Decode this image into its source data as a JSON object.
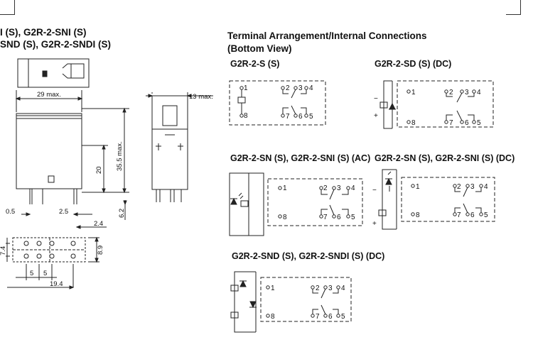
{
  "left_header": {
    "line1": "I (S), G2R-2-SNI (S)",
    "line2": "SND (S), G2R-2-SNDI (S)"
  },
  "right_header": {
    "line1": "Terminal Arrangement/Internal Connections",
    "line2": "(Bottom View)"
  },
  "dimensions": {
    "width_max": "29 max.",
    "depth_max": "13 max.",
    "height_max": "35.5 max.",
    "body_height": "20",
    "d_0_5": "0.5",
    "d_2_5": "2.5",
    "d_2_4": "2.4",
    "d_6_2": "6.2",
    "d_7_4": "7.4",
    "d_8_9": "8.9",
    "d_5a": "5",
    "d_5b": "5",
    "d_19_4": "19.4"
  },
  "diagrams": {
    "s": {
      "title": "G2R-2-S (S)"
    },
    "sd": {
      "title": "G2R-2-SD (S) (DC)"
    },
    "sn_ac": {
      "title": "G2R-2-SN (S), G2R-2-SNI (S) (AC)"
    },
    "sn_dc": {
      "title": "G2R-2-SN (S), G2R-2-SNI (S) (DC)"
    },
    "snd": {
      "title": "G2R-2-SND (S), G2R-2-SNDI (S) (DC)"
    }
  },
  "pins": [
    "1",
    "2",
    "3",
    "4",
    "5",
    "6",
    "7",
    "8"
  ],
  "polarity": {
    "plus": "+",
    "minus": "−"
  }
}
